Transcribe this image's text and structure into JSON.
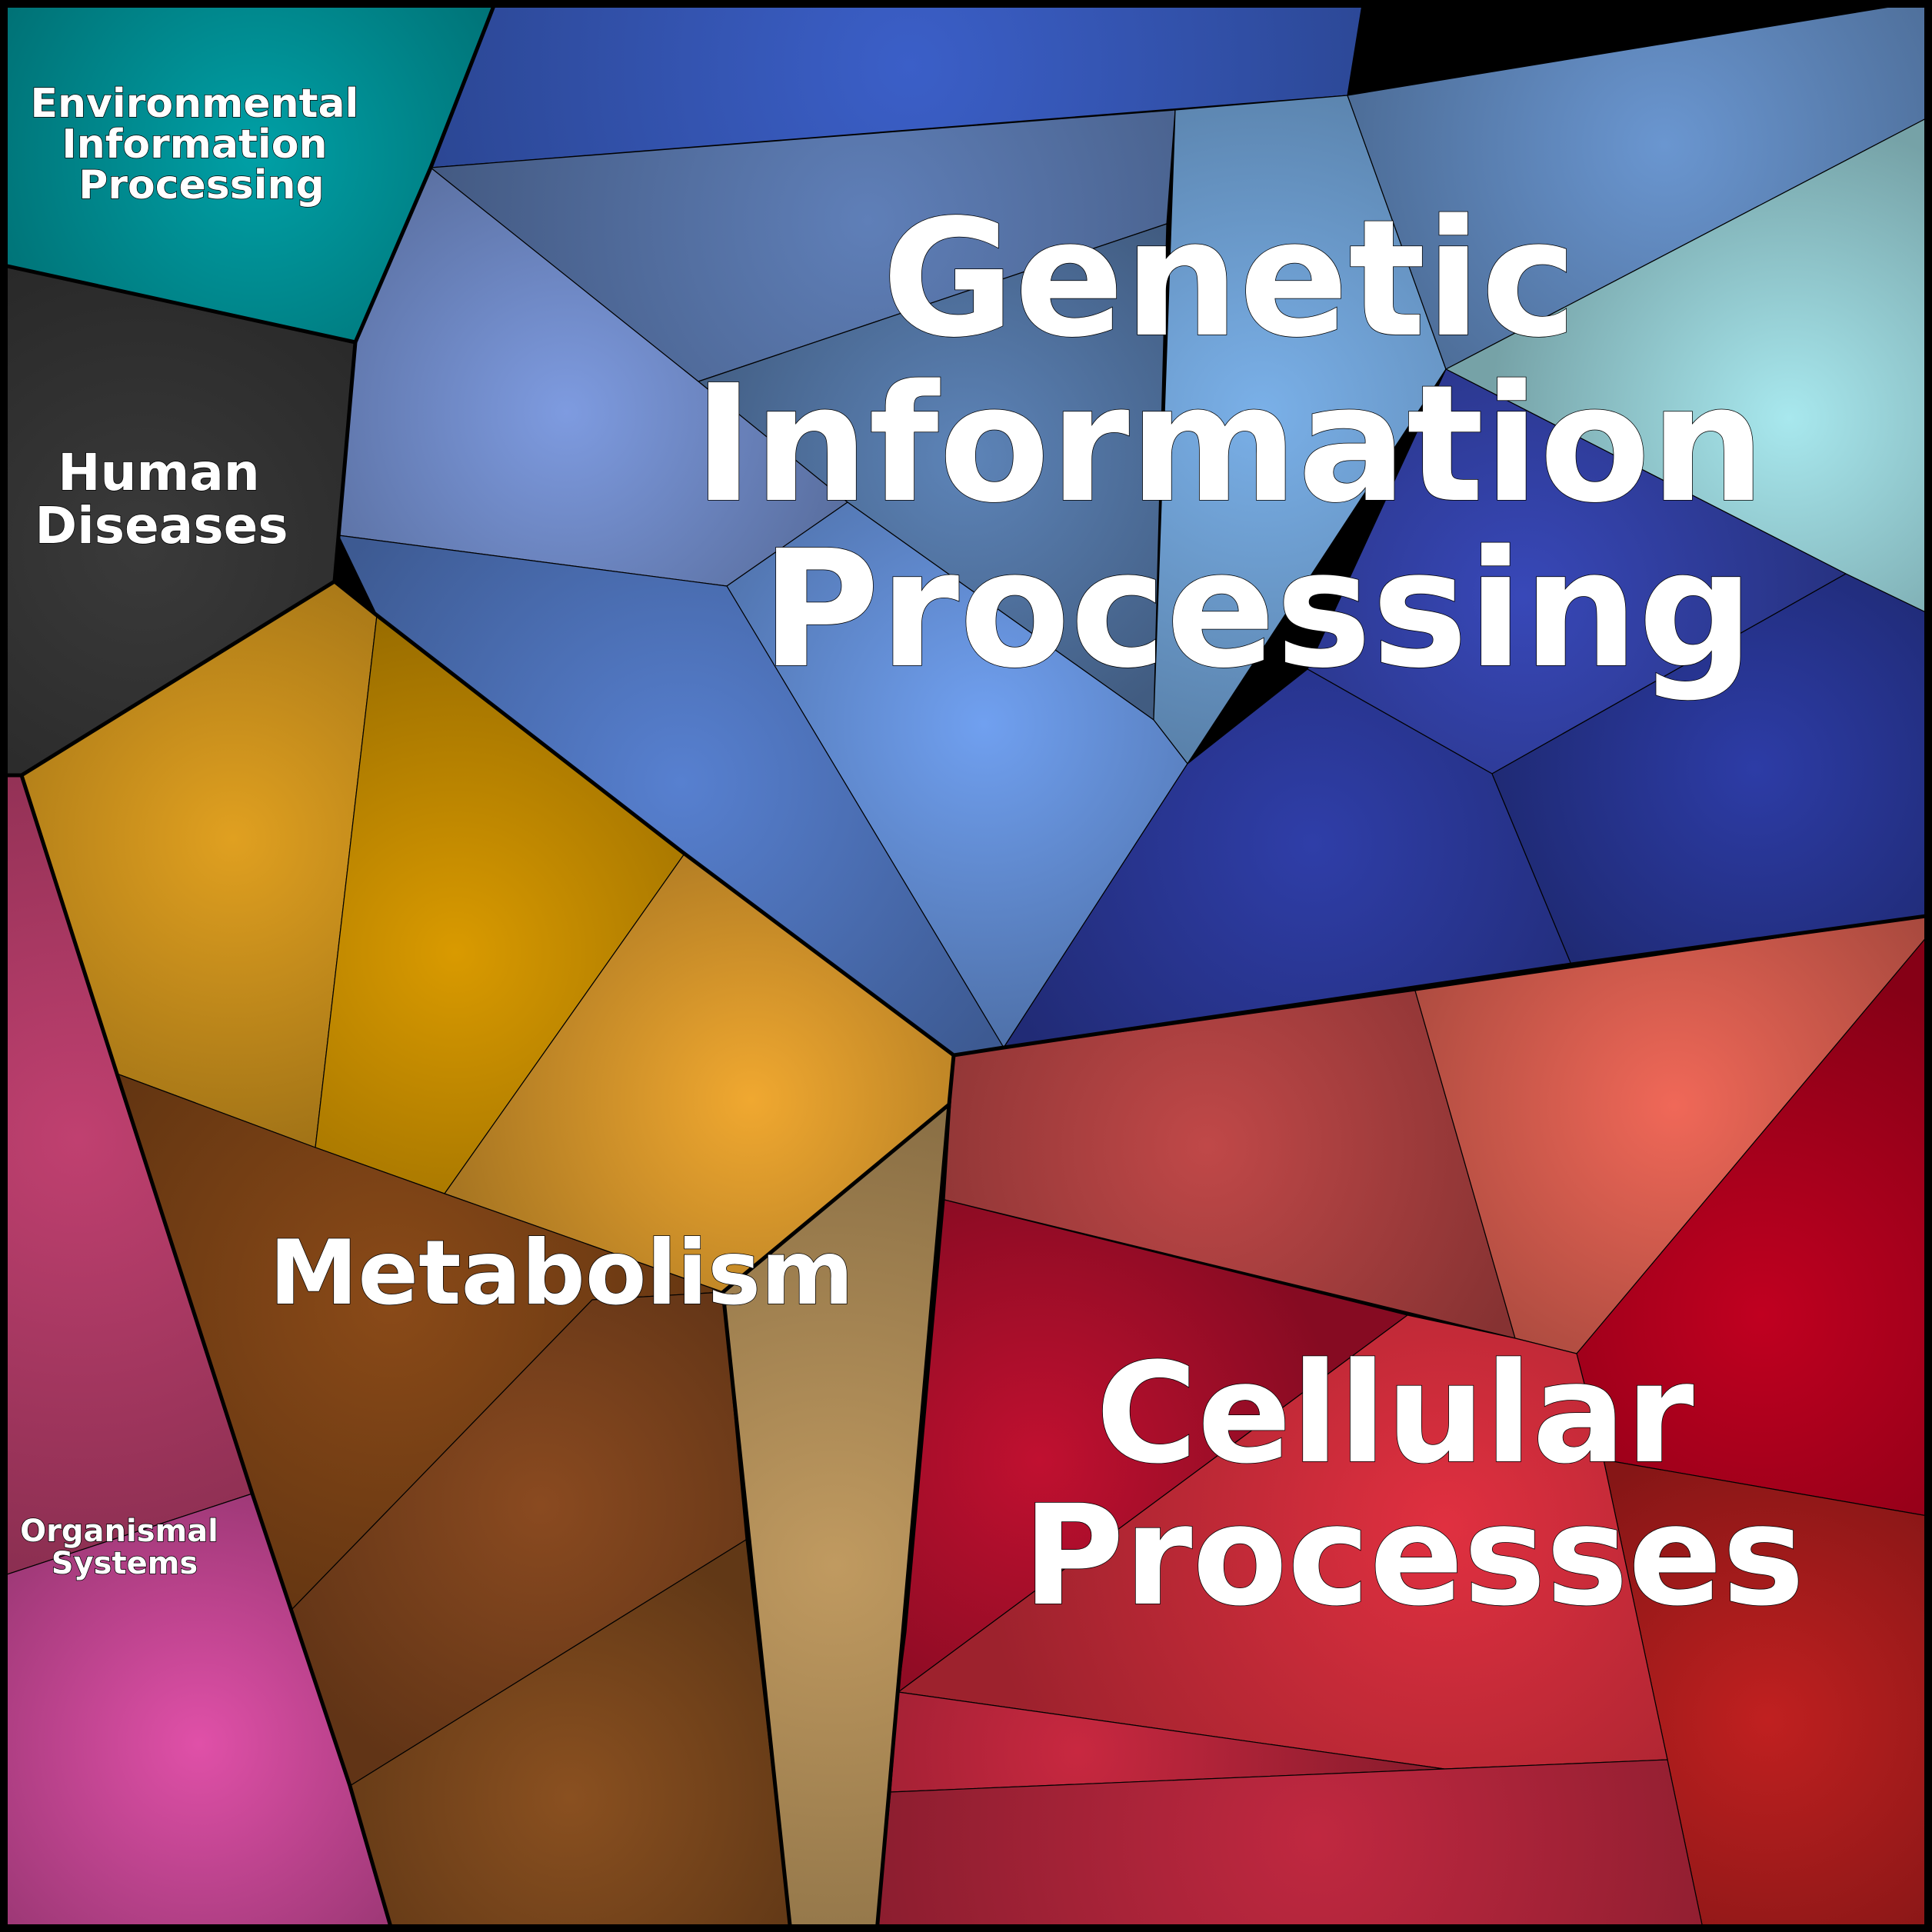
{
  "categories": [
    {
      "id": "genetic",
      "label_lines": [
        "Genetic",
        "Information",
        "Processing"
      ],
      "cells": [
        {
          "color": "#3b5fc8",
          "points": [
            [
              645,
              0
            ],
            [
              1772,
              0
            ],
            [
              1752,
              124
            ],
            [
              560,
              218
            ]
          ]
        },
        {
          "color": "#5f7fb8",
          "points": [
            [
              560,
              218
            ],
            [
              1528,
              143
            ],
            [
              1517,
              291
            ],
            [
              908,
              496
            ]
          ]
        },
        {
          "color": "#5d84b8",
          "points": [
            [
              908,
              496
            ],
            [
              1517,
              291
            ],
            [
              1500,
              936
            ],
            [
              1102,
              653
            ]
          ]
        },
        {
          "color": "#7ab0e8",
          "points": [
            [
              1528,
              143
            ],
            [
              1752,
              124
            ],
            [
              1880,
              480
            ],
            [
              1544,
              993
            ],
            [
              1500,
              936
            ]
          ]
        },
        {
          "color": "#6a96d0",
          "points": [
            [
              1752,
              124
            ],
            [
              2512,
              0
            ],
            [
              2512,
              150
            ],
            [
              1880,
              480
            ]
          ]
        },
        {
          "color": "#a8e8ee",
          "points": [
            [
              1880,
              480
            ],
            [
              2512,
              150
            ],
            [
              2512,
              800
            ],
            [
              2400,
              746
            ]
          ]
        },
        {
          "color": "#7e9be0",
          "points": [
            [
              560,
              218
            ],
            [
              908,
              496
            ],
            [
              1102,
              653
            ],
            [
              945,
              762
            ],
            [
              440,
              696
            ],
            [
              465,
              390
            ]
          ]
        },
        {
          "color": "#70a0f0",
          "points": [
            [
              1102,
              653
            ],
            [
              1500,
              936
            ],
            [
              1544,
              993
            ],
            [
              1305,
              1362
            ],
            [
              945,
              762
            ]
          ]
        },
        {
          "color": "#5780d0",
          "points": [
            [
              440,
              696
            ],
            [
              945,
              762
            ],
            [
              1305,
              1362
            ],
            [
              1240,
              1372
            ],
            [
              890,
              1110
            ],
            [
              490,
              800
            ]
          ]
        },
        {
          "color": "#3848b8",
          "points": [
            [
              1880,
              480
            ],
            [
              2400,
              746
            ],
            [
              1940,
              1006
            ],
            [
              1700,
              870
            ]
          ]
        },
        {
          "color": "#2f3ea8",
          "points": [
            [
              1700,
              870
            ],
            [
              1940,
              1006
            ],
            [
              2043,
              1254
            ],
            [
              1305,
              1362
            ],
            [
              1544,
              993
            ]
          ]
        },
        {
          "color": "#2d3ca6",
          "points": [
            [
              1940,
              1006
            ],
            [
              2400,
              746
            ],
            [
              2512,
              800
            ],
            [
              2512,
              1190
            ],
            [
              2043,
              1254
            ]
          ]
        }
      ]
    },
    {
      "id": "environmental",
      "label_lines": [
        "Environmental",
        "Information",
        "Processing"
      ],
      "cells": [
        {
          "color": "#00a0a6",
          "points": [
            [
              0,
              0
            ],
            [
              645,
              0
            ],
            [
              560,
              218
            ],
            [
              462,
              445
            ],
            [
              0,
              344
            ]
          ]
        }
      ]
    },
    {
      "id": "human",
      "label_lines": [
        "Human",
        "Diseases"
      ],
      "cells": [
        {
          "color": "#3a3a3a",
          "points": [
            [
              0,
              344
            ],
            [
              462,
              445
            ],
            [
              435,
              756
            ],
            [
              28,
              1008
            ],
            [
              0,
              1008
            ]
          ]
        }
      ]
    },
    {
      "id": "metabolism",
      "label_lines": [
        "Metabolism"
      ],
      "cells": [
        {
          "color": "#e0a020",
          "points": [
            [
              28,
              1008
            ],
            [
              435,
              756
            ],
            [
              490,
              800
            ],
            [
              410,
              1492
            ],
            [
              152,
              1396
            ]
          ]
        },
        {
          "color": "#d99a00",
          "points": [
            [
              490,
              800
            ],
            [
              890,
              1110
            ],
            [
              578,
              1552
            ],
            [
              410,
              1492
            ]
          ]
        },
        {
          "color": "#f0a830",
          "points": [
            [
              890,
              1110
            ],
            [
              1240,
              1372
            ],
            [
              1234,
              1436
            ],
            [
              940,
              1680
            ],
            [
              578,
              1552
            ]
          ]
        },
        {
          "color": "#8a4a18",
          "points": [
            [
              152,
              1396
            ],
            [
              410,
              1492
            ],
            [
              578,
              1552
            ],
            [
              940,
              1680
            ],
            [
              770,
              1690
            ],
            [
              380,
              2092
            ],
            [
              328,
              1942
            ]
          ]
        },
        {
          "color": "#8a4a20",
          "points": [
            [
              380,
              2092
            ],
            [
              770,
              1690
            ],
            [
              940,
              1680
            ],
            [
              970,
              2002
            ],
            [
              455,
              2322
            ]
          ]
        },
        {
          "color": "#8a5020",
          "points": [
            [
              455,
              2322
            ],
            [
              970,
              2002
            ],
            [
              1028,
              2512
            ],
            [
              510,
              2512
            ]
          ]
        },
        {
          "color": "#c09a60",
          "points": [
            [
              940,
              1680
            ],
            [
              1234,
              1436
            ],
            [
              1140,
              2512
            ],
            [
              1028,
              2512
            ]
          ]
        }
      ]
    },
    {
      "id": "organismal",
      "label_lines": [
        "Organismal",
        "Systems"
      ],
      "cells": [
        {
          "color": "#c04070",
          "points": [
            [
              0,
              1008
            ],
            [
              28,
              1008
            ],
            [
              152,
              1396
            ],
            [
              328,
              1942
            ],
            [
              0,
              2050
            ]
          ]
        },
        {
          "color": "#e050a8",
          "points": [
            [
              0,
              2050
            ],
            [
              328,
              1942
            ],
            [
              455,
              2322
            ],
            [
              510,
              2512
            ],
            [
              0,
              2512
            ]
          ]
        }
      ]
    },
    {
      "id": "cellular",
      "label_lines": [
        "Cellular",
        "Processes"
      ],
      "cells": [
        {
          "color": "#c04848",
          "points": [
            [
              1240,
              1372
            ],
            [
              1840,
              1288
            ],
            [
              1970,
              1740
            ],
            [
              1228,
              1560
            ]
          ]
        },
        {
          "color": "#f06858",
          "points": [
            [
              1840,
              1288
            ],
            [
              2512,
              1190
            ],
            [
              2512,
              1210
            ],
            [
              2050,
              1760
            ],
            [
              1970,
              1740
            ]
          ]
        },
        {
          "color": "#c00020",
          "points": [
            [
              2050,
              1760
            ],
            [
              2512,
              1210
            ],
            [
              2512,
              1972
            ],
            [
              2085,
              1898
            ]
          ]
        },
        {
          "color": "#c02020",
          "points": [
            [
              2085,
              1898
            ],
            [
              2512,
              1972
            ],
            [
              2512,
              2512
            ],
            [
              2215,
              2512
            ],
            [
              2168,
              2288
            ]
          ]
        },
        {
          "color": "#c01030",
          "points": [
            [
              1228,
              1560
            ],
            [
              1830,
              1710
            ],
            [
              1168,
              2200
            ],
            [
              1178,
              2122
            ]
          ]
        },
        {
          "color": "#e03040",
          "points": [
            [
              1830,
              1710
            ],
            [
              1970,
              1740
            ],
            [
              2050,
              1760
            ],
            [
              2085,
              1898
            ],
            [
              2168,
              2288
            ],
            [
              1878,
              2300
            ],
            [
              1168,
              2200
            ]
          ]
        },
        {
          "color": "#c82840",
          "points": [
            [
              1168,
              2200
            ],
            [
              1878,
              2300
            ],
            [
              1158,
              2330
            ]
          ]
        },
        {
          "color": "#c02840",
          "points": [
            [
              1158,
              2330
            ],
            [
              1878,
              2300
            ],
            [
              2168,
              2288
            ],
            [
              2215,
              2512
            ],
            [
              1140,
              2512
            ]
          ]
        }
      ]
    }
  ],
  "category_outlines": [
    [
      [
        645,
        0
      ],
      [
        560,
        218
      ],
      [
        462,
        445
      ],
      [
        0,
        344
      ]
    ],
    [
      [
        462,
        445
      ],
      [
        435,
        756
      ],
      [
        28,
        1008
      ],
      [
        0,
        1008
      ]
    ],
    [
      [
        435,
        756
      ],
      [
        490,
        800
      ],
      [
        890,
        1110
      ],
      [
        1240,
        1372
      ],
      [
        1305,
        1362
      ],
      [
        2043,
        1254
      ],
      [
        2512,
        1190
      ]
    ],
    [
      [
        1240,
        1372
      ],
      [
        1234,
        1436
      ],
      [
        1140,
        2512
      ]
    ],
    [
      [
        28,
        1008
      ],
      [
        152,
        1396
      ],
      [
        328,
        1942
      ],
      [
        455,
        2322
      ],
      [
        510,
        2512
      ]
    ],
    [
      [
        1234,
        1436
      ],
      [
        940,
        1680
      ],
      [
        1028,
        2512
      ]
    ]
  ],
  "label_text": {
    "genetic": "Genetic Information Processing",
    "environmental": "Environmental Information Processing",
    "human": "Human Diseases",
    "metabolism": "Metabolism",
    "organismal": "Organismal Systems",
    "cellular": "Cellular Processes"
  }
}
